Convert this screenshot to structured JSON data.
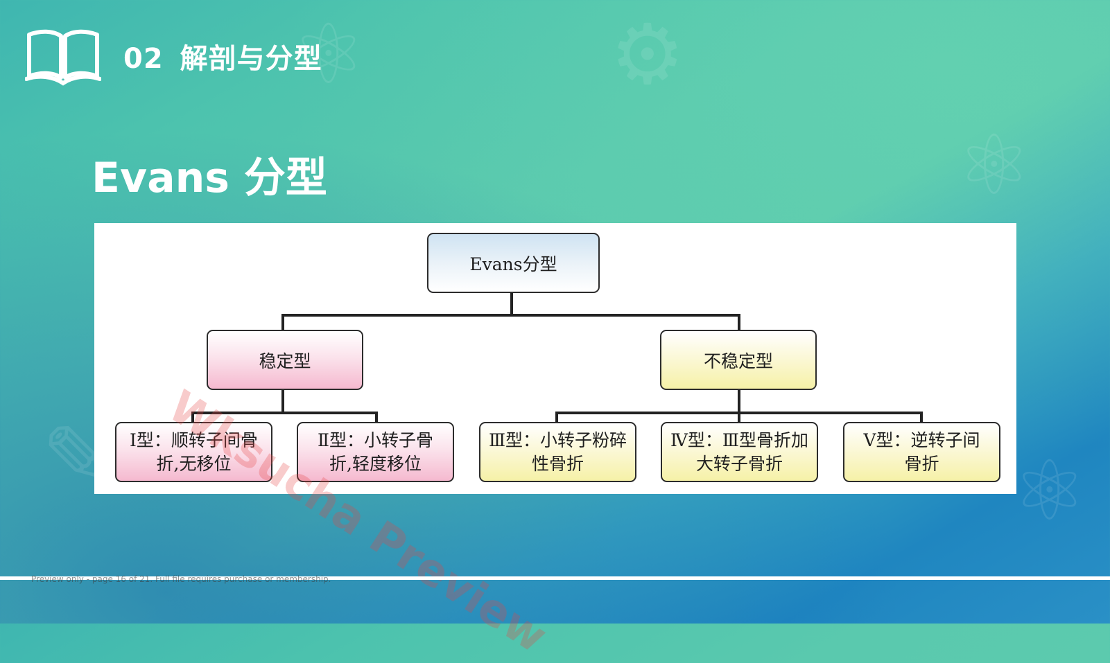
{
  "header": {
    "section_number": "02",
    "section_title": "解剖与分型",
    "icon": "open-book-icon"
  },
  "main_title": "Evans 分型",
  "diagram": {
    "root": "Evans分型",
    "stable": "稳定型",
    "unstable": "不稳定型",
    "types": [
      {
        "line1": "Ⅰ型：顺转子间骨",
        "line2": "折,无移位"
      },
      {
        "line1": "Ⅱ型：小转子骨",
        "line2": "折,轻度移位"
      },
      {
        "line1": "Ⅲ型：小转子粉碎",
        "line2": "性骨折"
      },
      {
        "line1": "Ⅳ型：Ⅲ型骨折加",
        "line2": "大转子骨折"
      },
      {
        "line1": "Ⅴ型：逆转子间",
        "line2": "骨折"
      }
    ]
  },
  "watermark": "Wksucha Preview",
  "footer": "Preview only - page 16 of 21. Full file requires purchase or membership."
}
